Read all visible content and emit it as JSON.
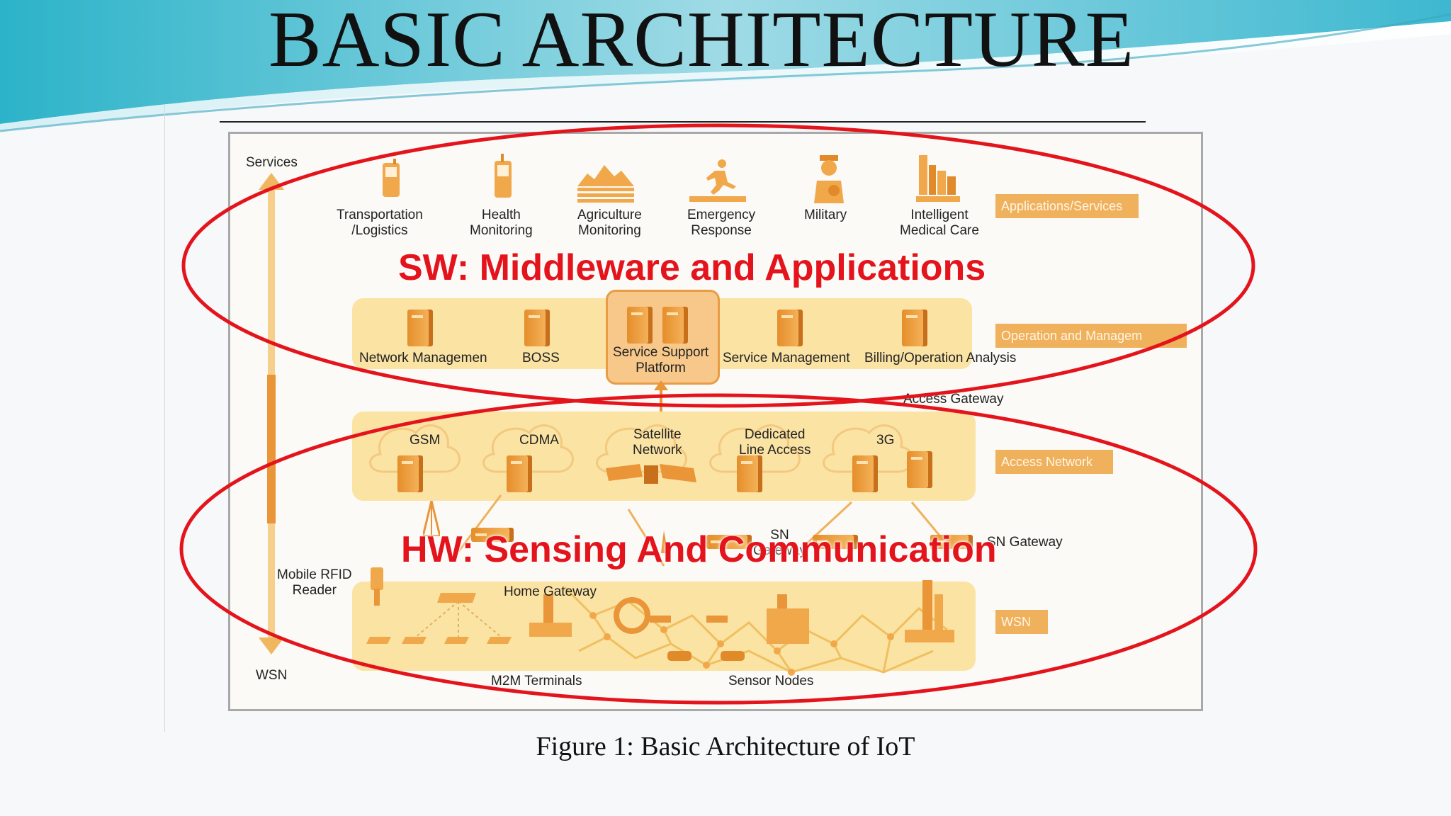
{
  "slide": {
    "title": "BASIC ARCHITECTURE",
    "caption": "Figure 1: Basic Architecture of IoT"
  },
  "diagram": {
    "axis": {
      "top": "Services",
      "bottom": "WSN"
    },
    "applications": [
      {
        "label_1": "Transportation",
        "label_2": "/Logistics",
        "icon": "phone-icon"
      },
      {
        "label_1": "Health",
        "label_2": "Monitoring",
        "icon": "phone-icon"
      },
      {
        "label_1": "Agriculture",
        "label_2": "Monitoring",
        "icon": "mountain-icon"
      },
      {
        "label_1": "Emergency",
        "label_2": "Response",
        "icon": "runner-icon"
      },
      {
        "label_1": "Military",
        "label_2": "",
        "icon": "soldier-icon"
      },
      {
        "label_1": "Intelligent",
        "label_2": "Medical Care",
        "icon": "building-icon"
      }
    ],
    "operation": [
      {
        "label_1": "Network Managemen",
        "label_2": ""
      },
      {
        "label_1": "BOSS",
        "label_2": ""
      },
      {
        "label_1": "Service Support",
        "label_2": "Platform"
      },
      {
        "label_1": "Service Management",
        "label_2": ""
      },
      {
        "label_1": "Billing/Operation Analysis",
        "label_2": ""
      }
    ],
    "access_gateway": "Access Gateway",
    "networks": [
      {
        "label_1": "GSM",
        "label_2": ""
      },
      {
        "label_1": "CDMA",
        "label_2": ""
      },
      {
        "label_1": "Satellite",
        "label_2": "Network"
      },
      {
        "label_1": "Dedicated",
        "label_2": "Line Access"
      },
      {
        "label_1": "3G",
        "label_2": ""
      }
    ],
    "sn_gateway_left": {
      "line_1": "SN",
      "line_2": "Gateway"
    },
    "sn_gateway_right": "SN Gateway",
    "mobile_rfid": {
      "line_1": "Mobile RFID",
      "line_2": "Reader"
    },
    "home_gateway": "Home Gateway",
    "m2m_terminals": "M2M Terminals",
    "sensor_nodes": "Sensor Nodes",
    "layer_tags": [
      "Applications/Services",
      "Operation and Managem",
      "Access Network",
      "WSN"
    ]
  },
  "overlays": {
    "software": "SW: Middleware and Applications",
    "hardware": "HW: Sensing And Communication"
  },
  "colors": {
    "accent_orange": "#f0b15c",
    "band_yellow": "#fbe3a4",
    "annotation_red": "#e4141c",
    "swoosh_teal": "#5cc3d6"
  }
}
